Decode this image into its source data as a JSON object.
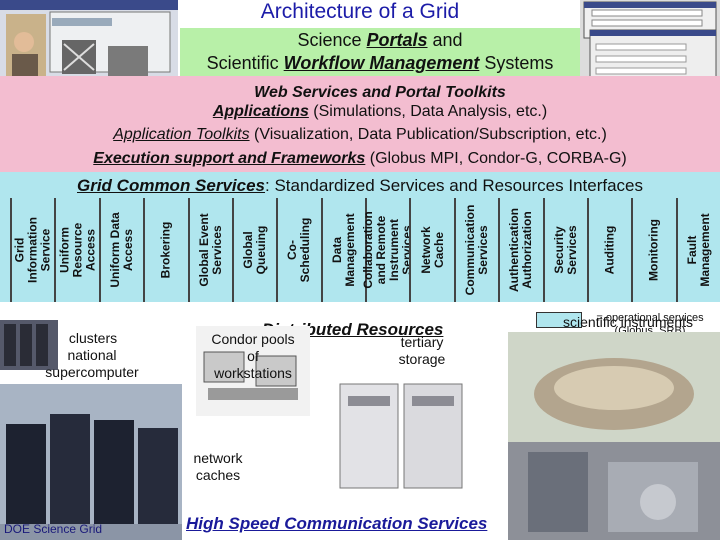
{
  "title": "Architecture of a Grid",
  "portals": {
    "line1_pre": "Science ",
    "line1_em": "Portals",
    "line1_post": " and",
    "line2_pre": "Scientific ",
    "line2_em": "Workflow Management",
    "line2_post": " Systems"
  },
  "toolkits": {
    "web_services": "Web Services and Portal Toolkits",
    "applications_em": "Applications",
    "applications_rest": " (Simulations, Data Analysis, etc.)",
    "app_toolkits_em": "Application Toolkits",
    "app_toolkits_rest": " (Visualization, Data Publication/Subscription, etc.)",
    "exec_em": "Execution support and Frameworks",
    "exec_rest": " (Globus MPI, Condor-G, CORBA-G)"
  },
  "grid_common": {
    "title_em": "Grid Common Services",
    "title_rest": ": Standardized Services and Resources Interfaces",
    "services": [
      "Grid\nInformation\nService",
      "Uniform\nResource\nAccess",
      "Uniform Data\nAccess",
      "Brokering",
      "Global Event\nServices",
      "Global\nQueuing",
      "Co-\nScheduling",
      "Data\nManagement",
      "Collaboration\nand Remote\nInstrument\nServices",
      "Network\nCache",
      "Communication\nServices",
      "Authentication\nAuthorization",
      "Security\nServices",
      "Auditing",
      "Monitoring",
      "Fault\nManagement"
    ]
  },
  "resources": {
    "distributed": "Distributed Resources",
    "clusters": "clusters",
    "national_supercomputer": "national\nsupercomputer",
    "condor_pools": "Condor pools\nof\nworkstations",
    "tertiary_storage": "tertiary\nstorage",
    "network_caches": "network\ncaches",
    "scientific_instruments": "scientific instruments",
    "operational_services": "= operational services\n(Globus, SRB)",
    "doe_science": "DOE Science Grid",
    "high_speed": "High Speed Communication Services"
  },
  "colors": {
    "portal_green": "#b8f0a8",
    "toolkit_pink": "#f3bdd0",
    "grid_cyan": "#b0e6ee",
    "title_blue": "#1c1ca8"
  }
}
